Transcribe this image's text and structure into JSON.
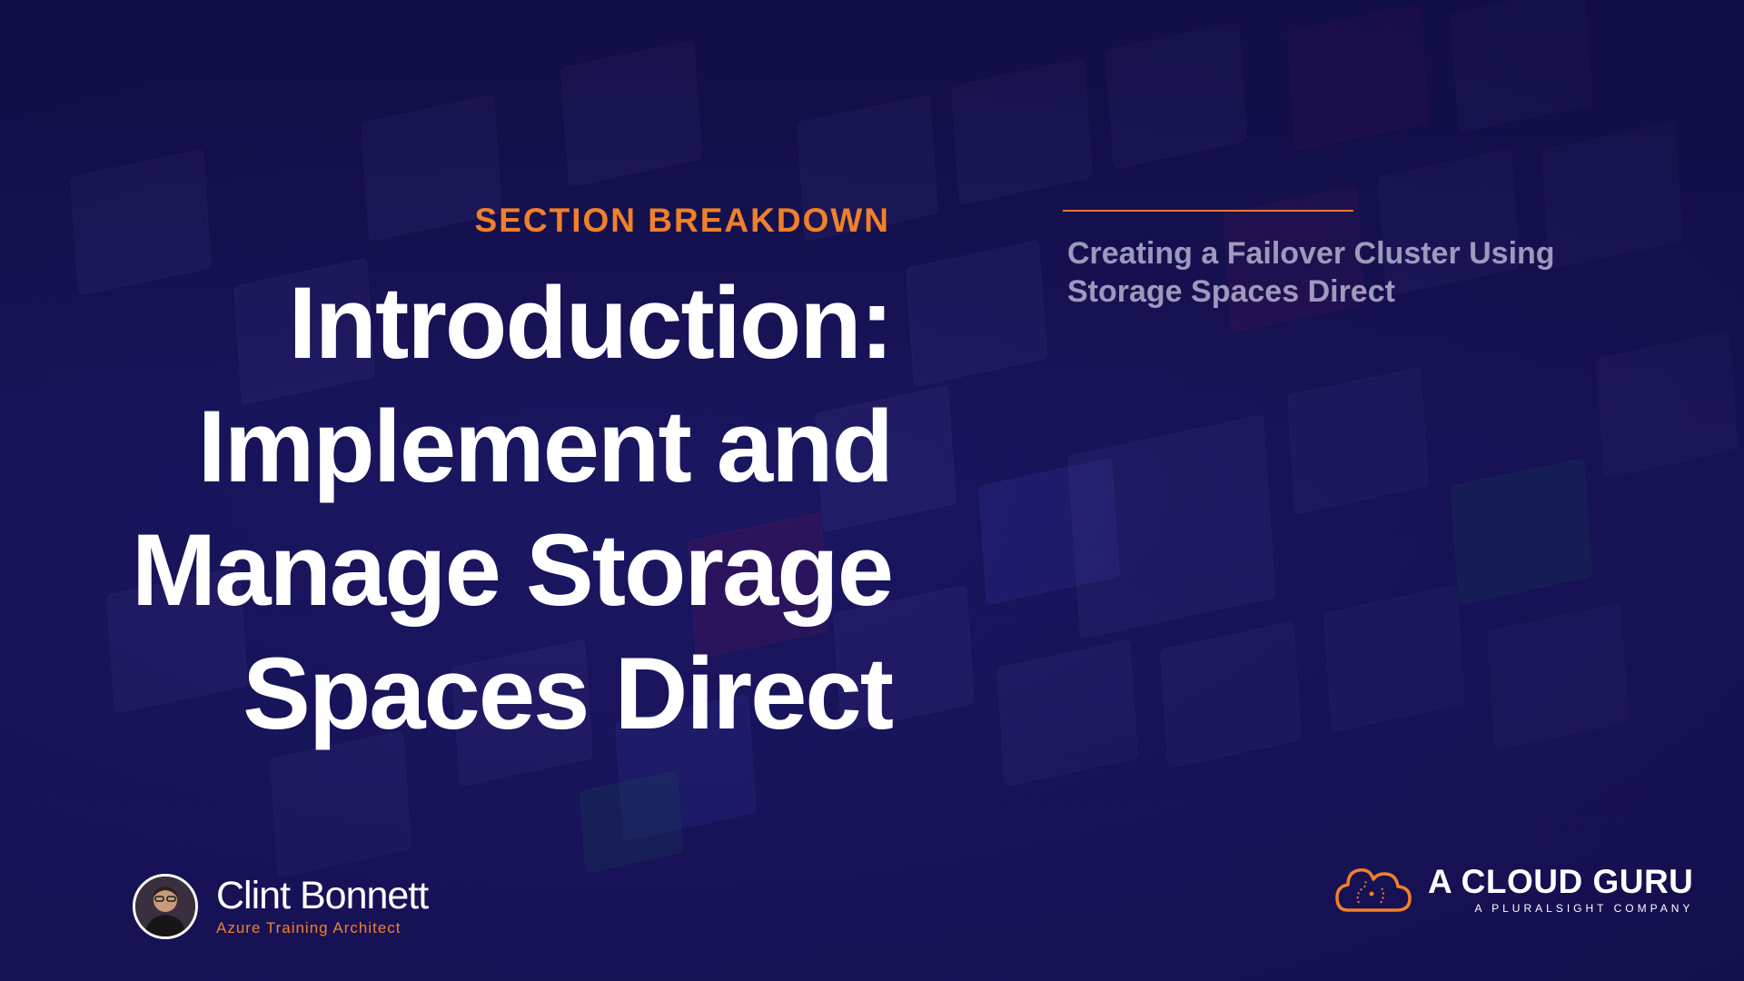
{
  "section": {
    "eyebrow": "SECTION BREAKDOWN",
    "title": "Introduction: Implement and Manage Storage Spaces Direct"
  },
  "side_panel": {
    "subtitle": "Creating a Failover Cluster Using Storage Spaces Direct"
  },
  "presenter": {
    "name": "Clint Bonnett",
    "role": "Azure Training Architect"
  },
  "brand": {
    "name": "A CLOUD GURU",
    "tagline": "A PLURALSIGHT COMPANY"
  },
  "colors": {
    "background": "#1a1660",
    "accent": "#f0802a",
    "title": "#ffffff"
  },
  "icons": [
    "avatar-image",
    "cloud-logo-icon"
  ]
}
